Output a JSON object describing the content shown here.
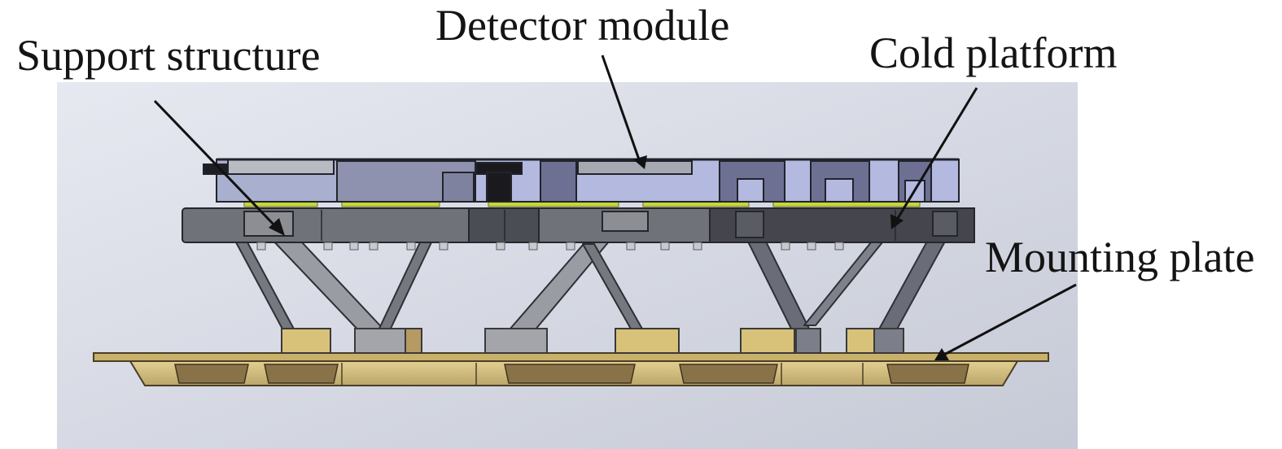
{
  "labels": {
    "support_structure": "Support structure",
    "detector_module": "Detector module",
    "cold_platform": "Cold platform",
    "mounting_plate": "Mounting plate"
  },
  "colors": {
    "background_panel": "#d3d7e1",
    "detector_module": "#b3b9df",
    "cold_platform": "#6f7279",
    "support_structure": "#8c8e94",
    "mounting_plate": "#d8c486",
    "leader_lines": "#111111"
  }
}
